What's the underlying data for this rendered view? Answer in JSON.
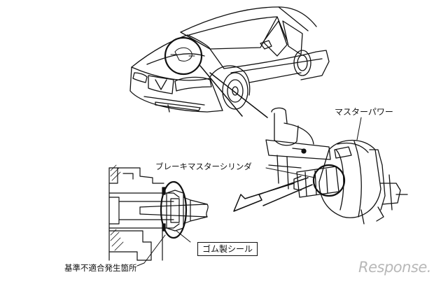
{
  "labels": {
    "brake_booster": "マスターパワー",
    "brake_master_cylinder": "ブレーキマスターシリンダ",
    "rubber_seal": "ゴム製シール",
    "defect_location": "基準不適合発生箇所"
  },
  "watermark": "Response."
}
